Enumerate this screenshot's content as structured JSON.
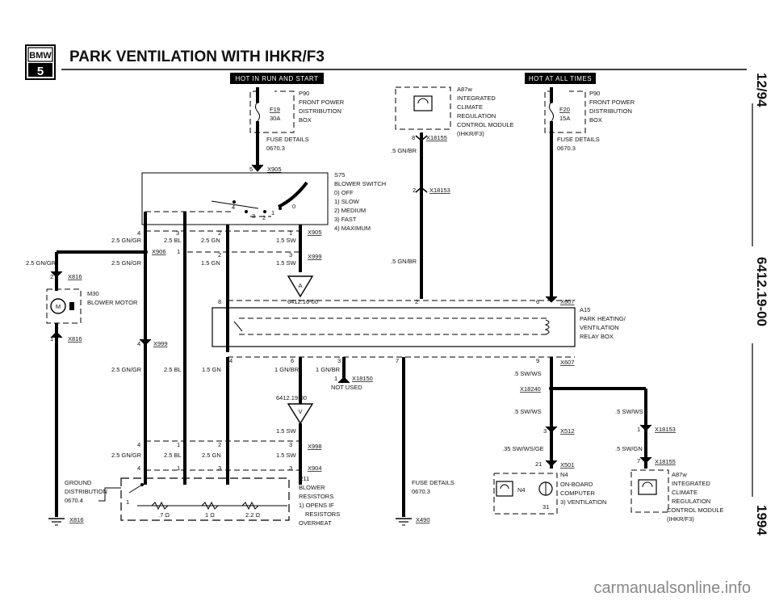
{
  "header": {
    "logo_text": "BMW",
    "logo_series": "5",
    "title": "PARK VENTILATION WITH IHKR/F3"
  },
  "side": {
    "date": "12/94",
    "code": "6412.19-00",
    "year": "1994"
  },
  "banners": {
    "run_start": "HOT IN RUN AND START",
    "all_times": "HOT AT ALL TIMES"
  },
  "fuse_f19": {
    "p90": "P90",
    "line1": "FRONT POWER",
    "line2": "DISTRIBUTION",
    "line3": "BOX",
    "fuse": "F19",
    "amps": "30A",
    "details": "FUSE DETAILS",
    "ref": "0670.3"
  },
  "fuse_f20": {
    "p90": "P90",
    "line1": "FRONT POWER",
    "line2": "DISTRIBUTION",
    "line3": "BOX",
    "fuse": "F20",
    "amps": "15A",
    "details": "FUSE DETAILS",
    "ref": "0670.3"
  },
  "module_top": {
    "id": "A87w",
    "line1": "INTEGRATED",
    "line2": "CLIMATE",
    "line3": "REGULATION",
    "line4": "CONTROL MODULE",
    "line5": "(IHKR/F3)",
    "pin": "8",
    "conn": "X18155",
    "wire": ".5 GN/BR"
  },
  "switch": {
    "id": "S75",
    "name": "BLOWER SWITCH",
    "pos0": "0)  OFF",
    "pos1": "1)  SLOW",
    "pos2": "2)  MEDIUM",
    "pos3": "3)  FAST",
    "pos4": "4)  MAXIMUM",
    "conn_top": "X905",
    "pin_top": "5",
    "conn_out": "X905",
    "c4": "4",
    "c0": "0",
    "c3": "3",
    "c2": "2",
    "c1": "1"
  },
  "wires": {
    "w1": "2.5 GN/GR",
    "w2": "2.5 BL",
    "w3": "2.5 GN",
    "w4": "1.5 SW",
    "w5": "2.5 GN/GR",
    "w6": "2.5 GN/GR",
    "w7": "1.5 GN",
    "w8": "1.5 SW",
    "w9": "2.5 GN/GR",
    "w10": "2.5 BL",
    "w11": "1.5 GN",
    "w12": "1 GN/BR",
    "w13": "1 GN/BR",
    "w14": ".5 SW/WS",
    "w15": ".5 SW/WS",
    "w16": ".5 SW/WS",
    "w17": ".5 SW/GN",
    "w18": ".35 SW/WS/GE",
    "w19": "1.5 SW",
    "w20": "2.5 GN/GR",
    "w21": "2.5 BL",
    "w22": "2.5 GN",
    "w23": "1.5 SW",
    "w24": ".5 GN/BR",
    "w25": ".5 GN/BR"
  },
  "connectors": {
    "x906": "X906",
    "x999a": "X999",
    "x999b": "X999",
    "x18153a": "X18153",
    "x816a": "X816",
    "x816b": "X816",
    "x816c": "X816",
    "x607a": "X607",
    "x607b": "X607",
    "x18150": "X18150",
    "x18240": "X18240",
    "x512": "X512",
    "x501": "X501",
    "x18153b": "X18153",
    "x18155b": "X18155",
    "x998": "X998",
    "x904": "X904",
    "x490": "X490"
  },
  "pins": {
    "p4a": "4",
    "p3a": "3",
    "p2a": "2",
    "p1a": "1",
    "p1b": "1",
    "p2b": "2",
    "p3b": "3",
    "p2c": "2",
    "p1c": "1",
    "p4b": "4",
    "p8": "8",
    "p2d": "2",
    "p6": "6",
    "p4c": "4",
    "p6b": "6",
    "p3c": "3",
    "p7": "7",
    "p9": "9",
    "p1d": "1",
    "p3d": "3",
    "p1e": "1",
    "p7b": "7",
    "p4d": "4",
    "p1f": "1",
    "p2e": "2",
    "p3e": "3",
    "p4e": "4",
    "p1g": "1",
    "p2f": "2",
    "p3f": "3",
    "p21": "21",
    "p3g": "3",
    "p31": "31"
  },
  "motor": {
    "id": "M30",
    "name": "BLOWER MOTOR",
    "symbol": "M"
  },
  "relay": {
    "id": "A15",
    "line1": "PARK HEATING/",
    "line2": "VENTILATION",
    "line3": "RELAY BOX"
  },
  "refs": {
    "ref1": "6412.16-00",
    "ref2": "6412.19-00",
    "ref_symbol": "A",
    "ref_symbol2": "V",
    "not_used": "NOT USED"
  },
  "ground": {
    "line1": "GROUND",
    "line2": "DISTRIBUTION",
    "line3": "0670.4"
  },
  "fuse_details_bottom": {
    "line1": "FUSE DETAILS",
    "line2": "0670.3"
  },
  "resistors": {
    "id": "R11",
    "line1": "BLOWER",
    "line2": "RESISTORS",
    "line3": "1)  OPENS IF",
    "line4": "RESISTORS",
    "line5": "OVERHEAT",
    "r1": ".7 Ω",
    "r2": "1 Ω",
    "r3": "2.2 Ω",
    "pin1": "1"
  },
  "n4": {
    "id": "N4",
    "line1": "ON-BOARD",
    "line2": "COMPUTER",
    "line3": "3)  VENTILATION"
  },
  "module_bottom": {
    "id": "A87w",
    "line1": "INTEGRATED",
    "line2": "CLIMATE",
    "line3": "REGULATION",
    "line4": "CONTROL MODULE",
    "line5": "(IHKR/F3)"
  },
  "watermark": "carmanualsonline.info"
}
